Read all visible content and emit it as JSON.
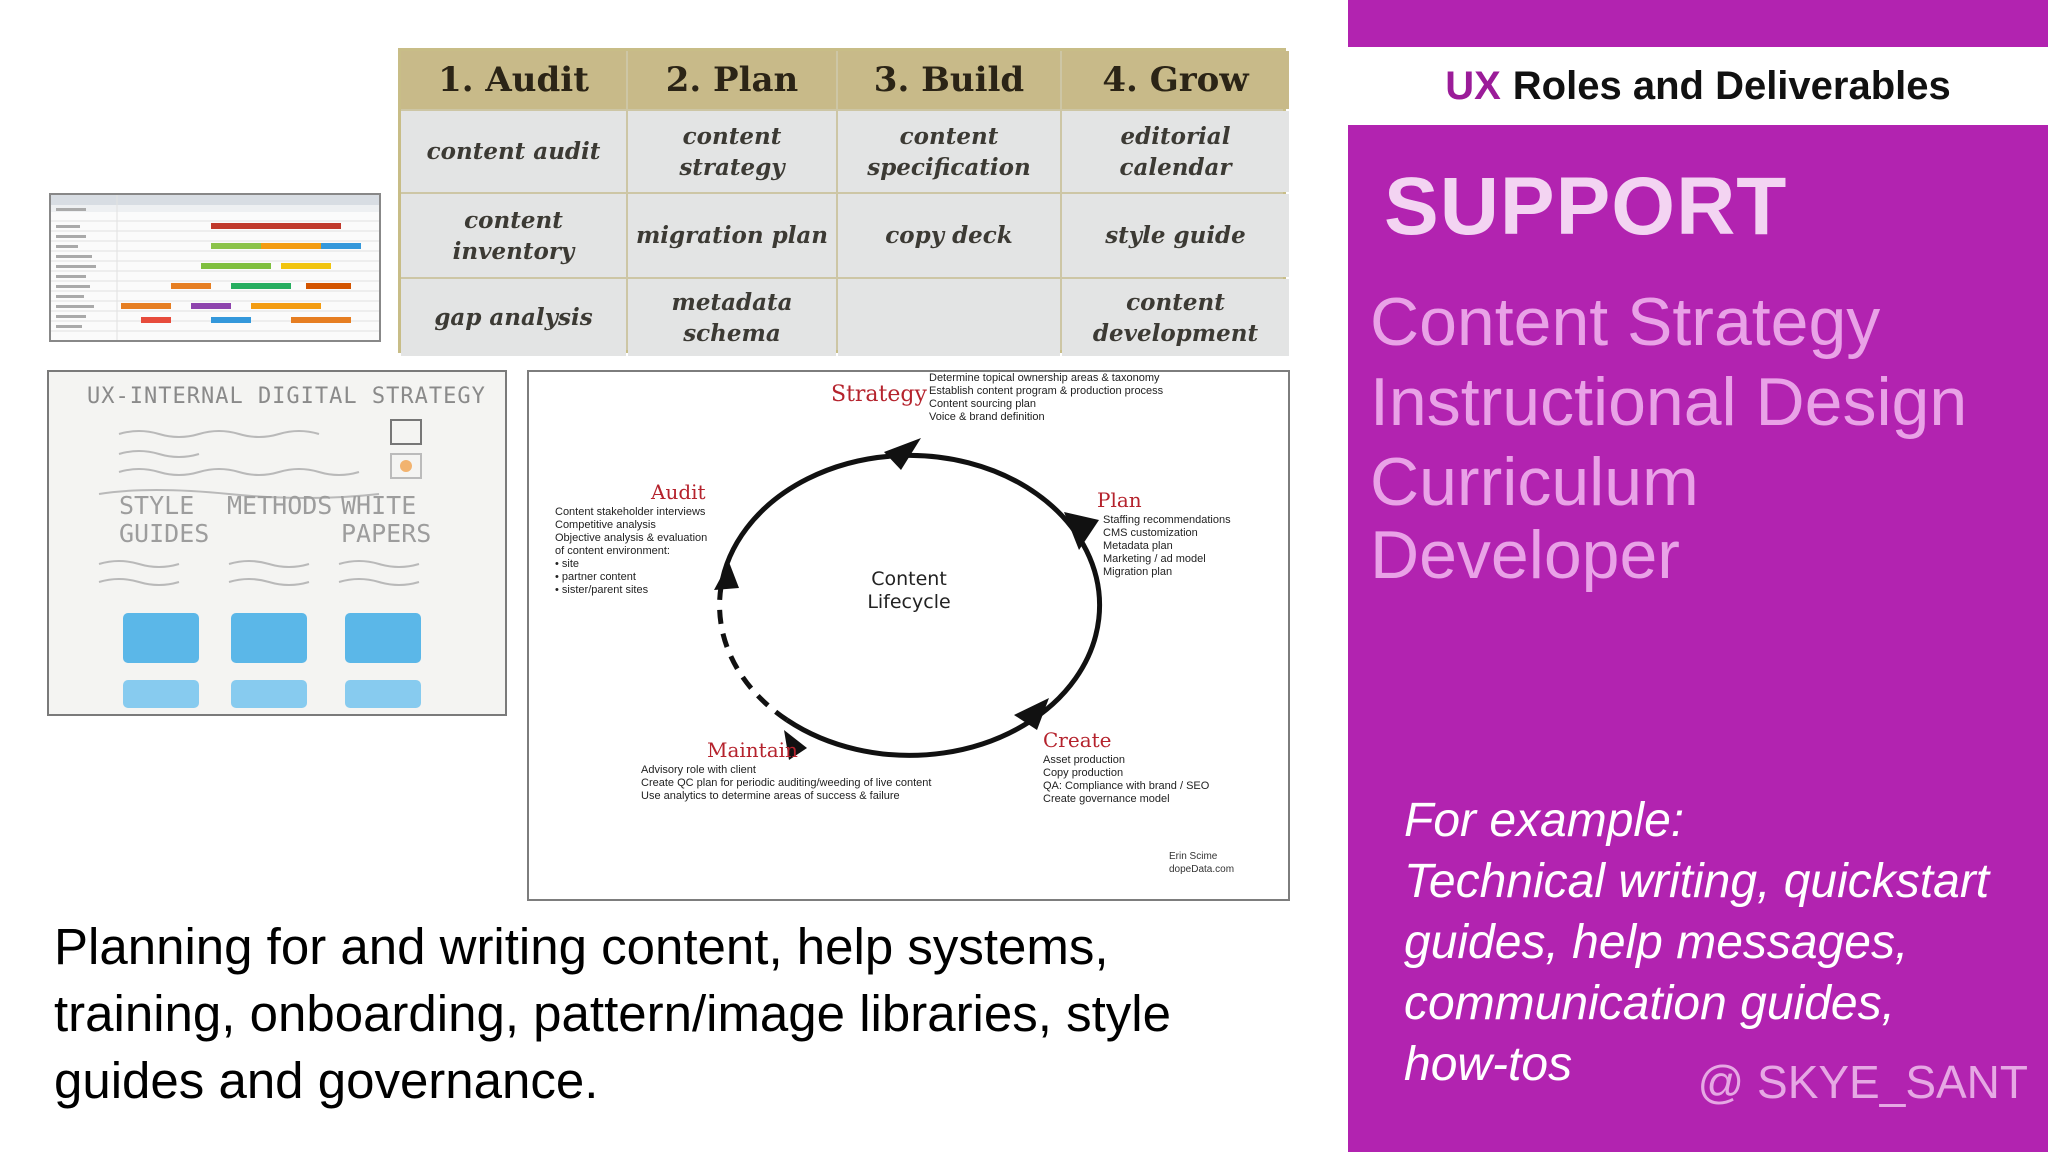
{
  "header": {
    "prefix": "UX",
    "title": "Roles and Deliverables"
  },
  "support": {
    "title": "SUPPORT",
    "roles": [
      "Content Strategy",
      "Instructional Design",
      "Curriculum",
      "Developer"
    ]
  },
  "example": {
    "label": "For example:",
    "lines": [
      "Technical writing, quickstart",
      "guides, help messages,",
      "communication guides,",
      "how-tos"
    ]
  },
  "handle": "@ SKYE_SANT",
  "process_table": {
    "headers": [
      "1. Audit",
      "2. Plan",
      "3. Build",
      "4. Grow"
    ],
    "rows": [
      [
        "content audit",
        "content strategy",
        "content specification",
        "editorial calendar"
      ],
      [
        "content inventory",
        "migration plan",
        "copy deck",
        "style guide"
      ],
      [
        "gap analysis",
        "metadata schema",
        "",
        "content development"
      ]
    ]
  },
  "sketch": {
    "title": "UX-INTERNAL DIGITAL STRATEGY",
    "columns": [
      "STYLE GUIDES",
      "METHODS",
      "WHITE PAPERS"
    ]
  },
  "lifecycle": {
    "center": [
      "Content",
      "Lifecycle"
    ],
    "stages": [
      {
        "name": "Strategy",
        "items": [
          "Determine topical ownership areas & taxonomy",
          "Establish content program & production process",
          "Content sourcing plan",
          "Voice & brand definition"
        ]
      },
      {
        "name": "Plan",
        "items": [
          "Staffing recommendations",
          "CMS customization",
          "Metadata plan",
          "Marketing / ad model",
          "Migration plan"
        ]
      },
      {
        "name": "Create",
        "items": [
          "Asset production",
          "Copy production",
          "QA: Compliance with brand / SEO",
          "Create governance model"
        ]
      },
      {
        "name": "Maintain",
        "items": [
          "Advisory role with client",
          "Create QC plan for periodic auditing/weeding of live content",
          "Use analytics to determine areas of success & failure"
        ]
      },
      {
        "name": "Audit",
        "items": [
          "Content stakeholder interviews",
          "Competitive analysis",
          "Objective analysis & evaluation",
          "of content environment:",
          "• site",
          "• partner content",
          "• sister/parent sites"
        ]
      }
    ],
    "credit": [
      "Erin Scime",
      "dopeData.com"
    ]
  },
  "main_text": [
    "Planning for and writing content, help systems,",
    "training, onboarding, pattern/image libraries, style",
    "guides and governance."
  ],
  "colors": {
    "panel": "#b223b0",
    "title": "#f3d4f2",
    "roles": "#e9a2e7",
    "stage": "#b5232d"
  }
}
